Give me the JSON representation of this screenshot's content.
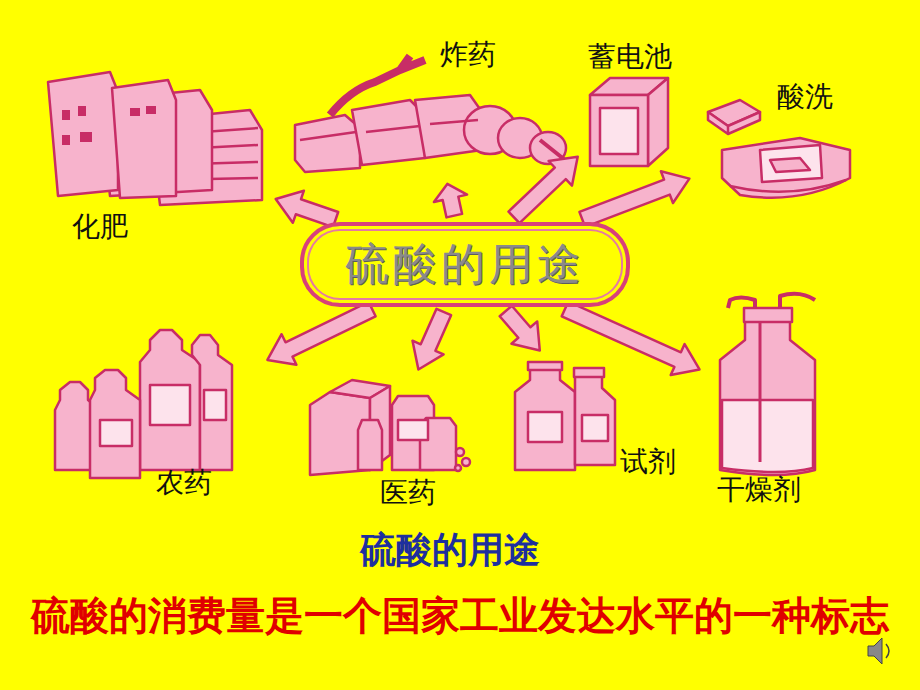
{
  "diagram": {
    "caption": "硫酸的用途",
    "nodes": [
      {
        "text": [
          "硫酸的用途"
        ]
      },
      {
        "text": [
          "化肥"
        ]
      },
      {
        "text": [
          "炸药"
        ]
      },
      {
        "text": [
          "蓄电池"
        ]
      },
      {
        "text": [
          "酸洗"
        ]
      },
      {
        "text": [
          "农药"
        ]
      },
      {
        "text": [
          "医药"
        ]
      },
      {
        "text": [
          "试剂"
        ]
      },
      {
        "text": [
          "干燥剂"
        ]
      }
    ],
    "edges": [
      {
        "from": 0,
        "to": 1,
        "arrow": "to"
      },
      {
        "from": 0,
        "to": 2,
        "arrow": "to"
      },
      {
        "from": 0,
        "to": 3,
        "arrow": "to"
      },
      {
        "from": 0,
        "to": 4,
        "arrow": "to"
      },
      {
        "from": 0,
        "to": 5,
        "arrow": "to"
      },
      {
        "from": 0,
        "to": 6,
        "arrow": "to"
      },
      {
        "from": 0,
        "to": 7,
        "arrow": "to"
      },
      {
        "from": 0,
        "to": 8,
        "arrow": "to"
      }
    ],
    "labels": [
      "硫酸的消费量是一个国家工业发达水平的一种标志"
    ]
  }
}
